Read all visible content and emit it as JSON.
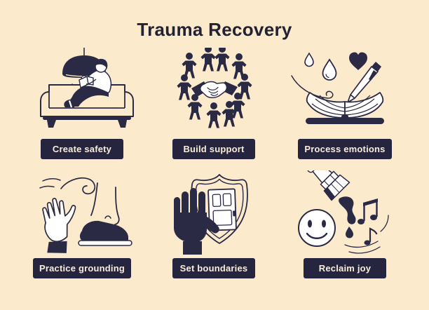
{
  "page": {
    "title": "Trauma Recovery",
    "background_color": "#FCEACD",
    "ink_color": "#2B2A45",
    "pill_background_color": "#262540",
    "pill_text_color": "#F8EDDB",
    "title_color": "#232233"
  },
  "cards": [
    {
      "id": "create-safety",
      "label": "Create safety",
      "icon": "person-reading-on-couch-under-lamp-icon"
    },
    {
      "id": "build-support",
      "label": "Build support",
      "icon": "people-circle-around-handshake-icon"
    },
    {
      "id": "process-emotions",
      "label": "Process emotions",
      "icon": "open-book-teardrops-heart-pen-icon"
    },
    {
      "id": "practice-grounding",
      "label": "Practice grounding",
      "icon": "open-hand-bare-foot-breeze-icon"
    },
    {
      "id": "set-boundaries",
      "label": "Set boundaries",
      "icon": "stop-hand-shield-door-icon"
    },
    {
      "id": "reclaim-joy",
      "label": "Reclaim joy",
      "icon": "paintbrush-smiley-music-notes-icon"
    }
  ]
}
